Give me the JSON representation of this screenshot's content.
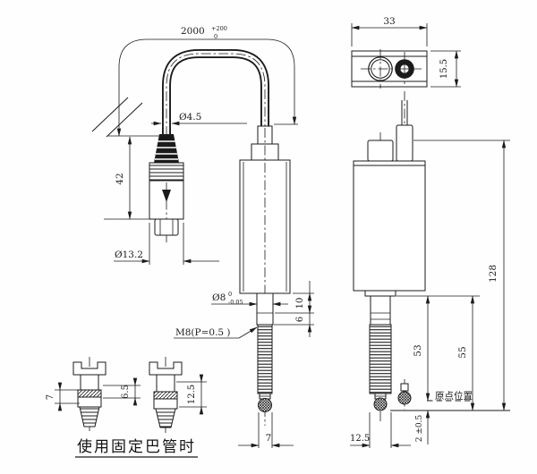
{
  "page": {
    "background": "#fefefe",
    "line_color": "#1b1b1b"
  },
  "cable_assembly_view": {
    "cable_length": "2000",
    "cable_length_tol_upper": "+200",
    "cable_length_tol_lower": "0",
    "cable_diameter": "Ø4.5",
    "connector_length": "42",
    "connector_diameter": "Ø13.2"
  },
  "probe_front_view": {
    "stem_diameter": "Ø8",
    "stem_tol_upper": "0",
    "stem_tol_lower": "-0.05",
    "thread_spec": "M8(P=0.5 )",
    "stem_length": "10",
    "thread_relief": "6",
    "tip_width": "7"
  },
  "connector_top_view": {
    "width": "33",
    "height": "15.5"
  },
  "probe_side_view": {
    "overall_length": "128",
    "travel_to_origin": "53",
    "travel_total": "55",
    "origin_label": "原点位置",
    "origin_offset": "2 ±0.5",
    "shaft_width": "12.5"
  },
  "fixing_clamp_view": {
    "dim_a": "7",
    "dim_b": "6.5",
    "dim_c": "12.5",
    "caption": "使用固定巴管时"
  }
}
